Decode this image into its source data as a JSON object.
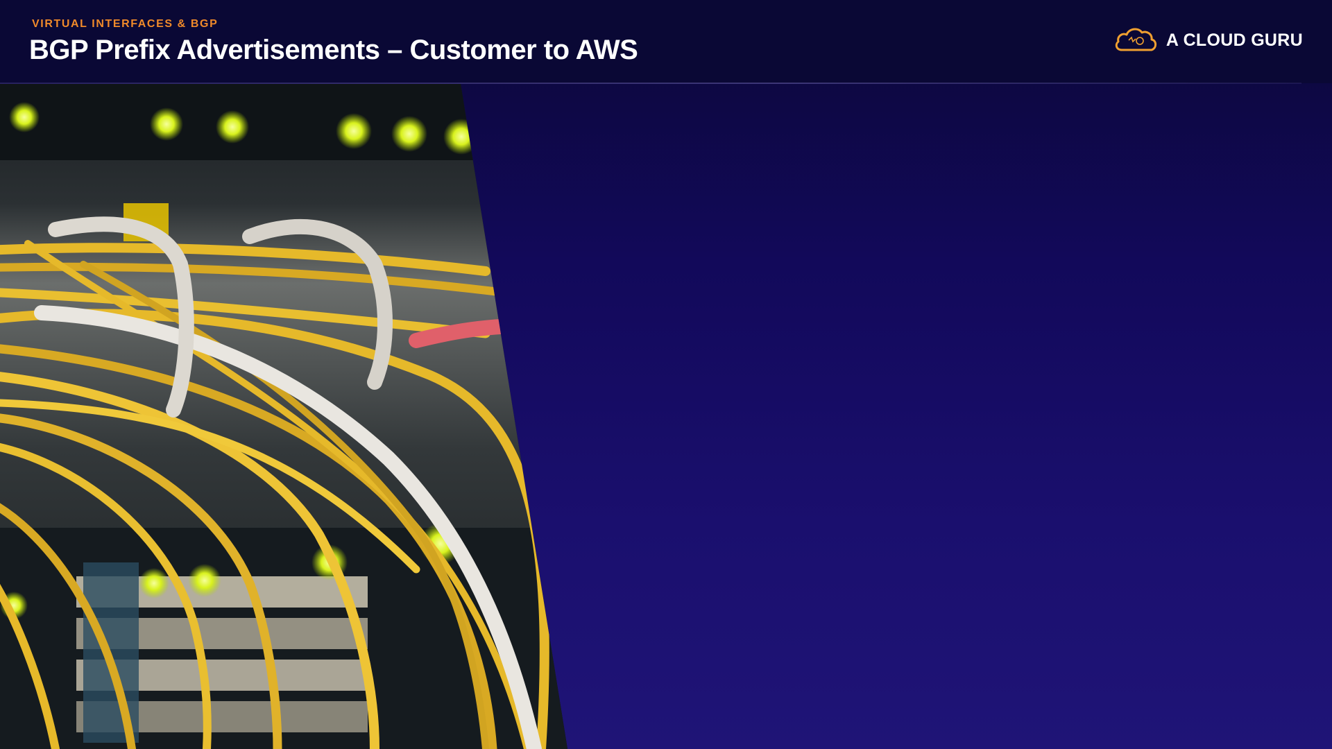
{
  "slide": {
    "eyebrow": "VIRTUAL INTERFACES & BGP",
    "title": "BGP Prefix Advertisements – Customer to AWS"
  },
  "brand": {
    "name": "A CLOUD GURU",
    "icon": "cloud-icon",
    "icon_color": "#f0a030"
  },
  "colors": {
    "background_top": "#0b0838",
    "background_bottom": "#1f1477",
    "accent": "#f08a2a",
    "title": "#ffffff"
  },
  "image": {
    "subject": "fiber-optic-cables-photo"
  }
}
